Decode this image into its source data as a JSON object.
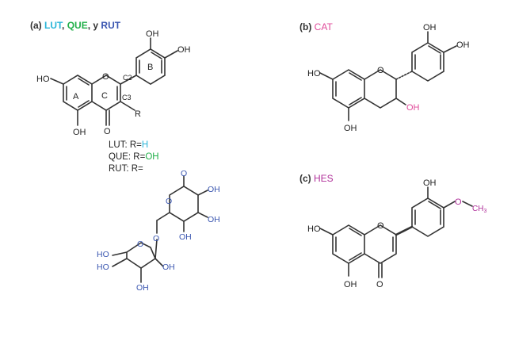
{
  "panel_a": {
    "prefix": "(a)",
    "name1": "LUT",
    "sep1": ",",
    "name2": "QUE",
    "sep2": ", y",
    "name3": "RUT",
    "ring_labels": [
      "A",
      "C",
      "B"
    ],
    "carbon_labels": [
      "C2",
      "C3"
    ],
    "substituent": "R",
    "r_lut_prefix": "LUT: R=",
    "r_lut_value": "H",
    "r_que_prefix": "QUE: R=",
    "r_que_value": "OH",
    "r_rut_prefix": "RUT: R=",
    "groups": [
      "HO",
      "OH",
      "OH",
      "OH",
      "O"
    ],
    "sugar_groups": [
      "O",
      "OH",
      "OH",
      "OH",
      "O",
      "HO",
      "HO",
      "OH",
      "OH",
      "O",
      "O"
    ]
  },
  "panel_b": {
    "prefix": "(b)",
    "name": "CAT",
    "groups": [
      "HO",
      "OH",
      "OH",
      "OH",
      "O"
    ],
    "highlight_group": "OH"
  },
  "panel_c": {
    "prefix": "(c)",
    "name": "HES",
    "groups": [
      "HO",
      "OH",
      "OH",
      "O",
      "O"
    ],
    "methoxy_o": "O",
    "methyl": "CH",
    "methyl_sub": "3"
  },
  "colors": {
    "lut": "#2bb6d9",
    "que": "#22b04a",
    "rut": "#3a56b0",
    "cat": "#e04a9a",
    "hes": "#b0309a",
    "bond": "#333333"
  }
}
